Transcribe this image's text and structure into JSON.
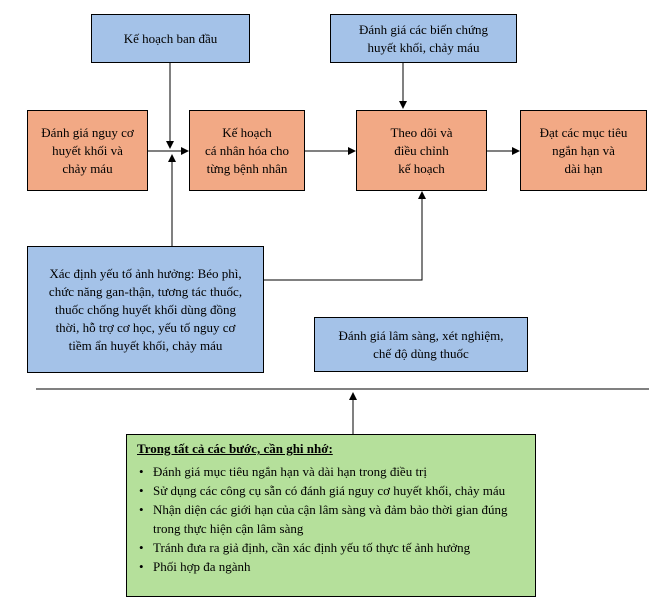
{
  "boxes": {
    "initial_plan": "Kế hoạch ban đầu",
    "complications": "Đánh giá các biến chứng\nhuyết khối, chảy máu",
    "risk": "Đánh giá nguy cơ\nhuyết khối và\nchảy máu",
    "personalized": "Kế hoạch\ncá nhân hóa cho\ntừng bệnh nhân",
    "monitor": "Theo dõi và\nđiều chỉnh\nkế hoạch",
    "goals": "Đạt các mục tiêu\nngắn hạn và\ndài hạn",
    "factors": "Xác định yếu tố ảnh hưởng: Béo phì,\nchức năng gan-thận, tương tác thuốc,\nthuốc chống huyết khối dùng đồng\nthời, hỗ trợ cơ học, yếu tố nguy cơ\ntiềm ẩn huyết khối, chảy máu",
    "clinical": "Đánh giá lâm sàng, xét nghiệm,\nchế độ dùng thuốc"
  },
  "note": {
    "title": "Trong tất cả các bước, cần ghi nhớ:",
    "items": [
      "Đánh giá mục tiêu ngắn hạn và dài hạn trong điều trị",
      "Sử dụng các công cụ sẵn có đánh giá nguy cơ huyết khối, chảy máu",
      "Nhận diện các giới hạn của cận lâm sàng và đảm bảo thời gian đúng trong thực hiện cận lâm sàng",
      "Tránh đưa ra giả định, cần xác định yếu tố thực tế ảnh hưởng",
      "Phối hợp đa ngành"
    ]
  },
  "colors": {
    "blue_box": "#a4c2e8",
    "orange_box": "#f2a985",
    "green_box": "#b5e09b"
  }
}
